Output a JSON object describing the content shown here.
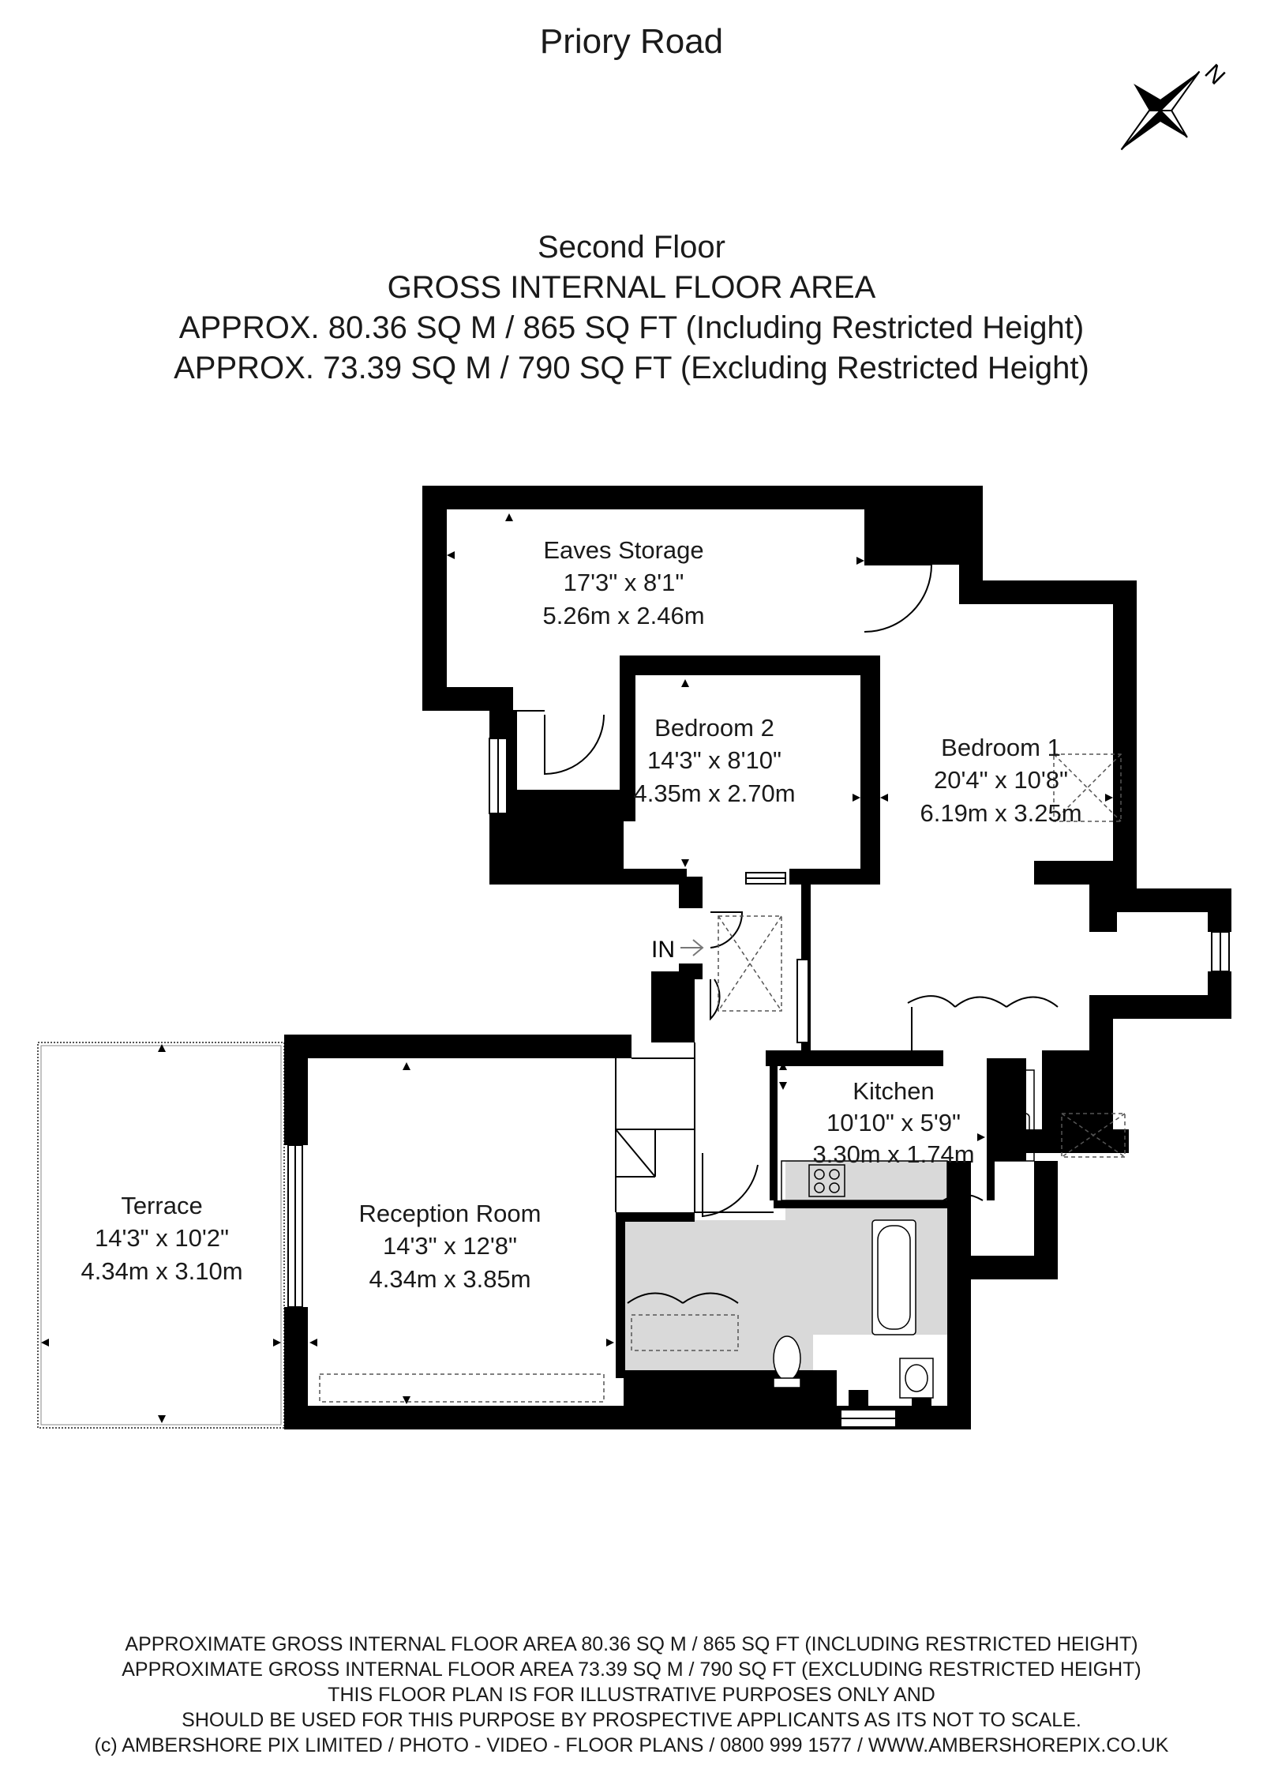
{
  "street_name": "Priory Road",
  "compass_label": "N",
  "header": {
    "floor": "Second Floor",
    "area_title": "GROSS INTERNAL FLOOR AREA",
    "area_including": "APPROX. 80.36 SQ M / 865 SQ FT (Including Restricted Height)",
    "area_excluding": "APPROX. 73.39 SQ M / 790 SQ FT (Excluding Restricted Height)"
  },
  "entrance_label": "IN",
  "rooms": {
    "eaves_storage": {
      "name": "Eaves Storage",
      "imperial": "17'3\" x 8'1\"",
      "metric": "5.26m x 2.46m"
    },
    "bedroom_2": {
      "name": "Bedroom 2",
      "imperial": "14'3\" x 8'10\"",
      "metric": "4.35m x 2.70m"
    },
    "bedroom_1": {
      "name": "Bedroom 1",
      "imperial": "20'4\" x 10'8\"",
      "metric": "6.19m x 3.25m"
    },
    "kitchen": {
      "name": "Kitchen",
      "imperial": "10'10\" x 5'9\"",
      "metric": "3.30m x 1.74m"
    },
    "reception_room": {
      "name": "Reception Room",
      "imperial": "14'3\" x 12'8\"",
      "metric": "4.34m x 3.85m"
    },
    "terrace": {
      "name": "Terrace",
      "imperial": "14'3\" x 10'2\"",
      "metric": "4.34m x 3.10m"
    }
  },
  "footer": {
    "line1": "APPROXIMATE GROSS INTERNAL FLOOR AREA 80.36 SQ M / 865 SQ FT (INCLUDING RESTRICTED HEIGHT)",
    "line2": "APPROXIMATE GROSS INTERNAL FLOOR AREA 73.39 SQ M / 790 SQ FT (EXCLUDING RESTRICTED HEIGHT)",
    "line3": "THIS FLOOR PLAN IS FOR ILLUSTRATIVE PURPOSES ONLY AND",
    "line4": "SHOULD BE USED FOR THIS PURPOSE BY PROSPECTIVE APPLICANTS AS ITS NOT TO SCALE.",
    "line5": "(c)  AMBERSHORE PIX LIMITED / PHOTO - VIDEO - FLOOR PLANS / 0800 999 1577 / WWW.AMBERSHOREPIX.CO.UK"
  },
  "colors": {
    "wall": "#000000",
    "bathroom_fill": "#d9d9d9",
    "text": "#1a1a1a"
  }
}
